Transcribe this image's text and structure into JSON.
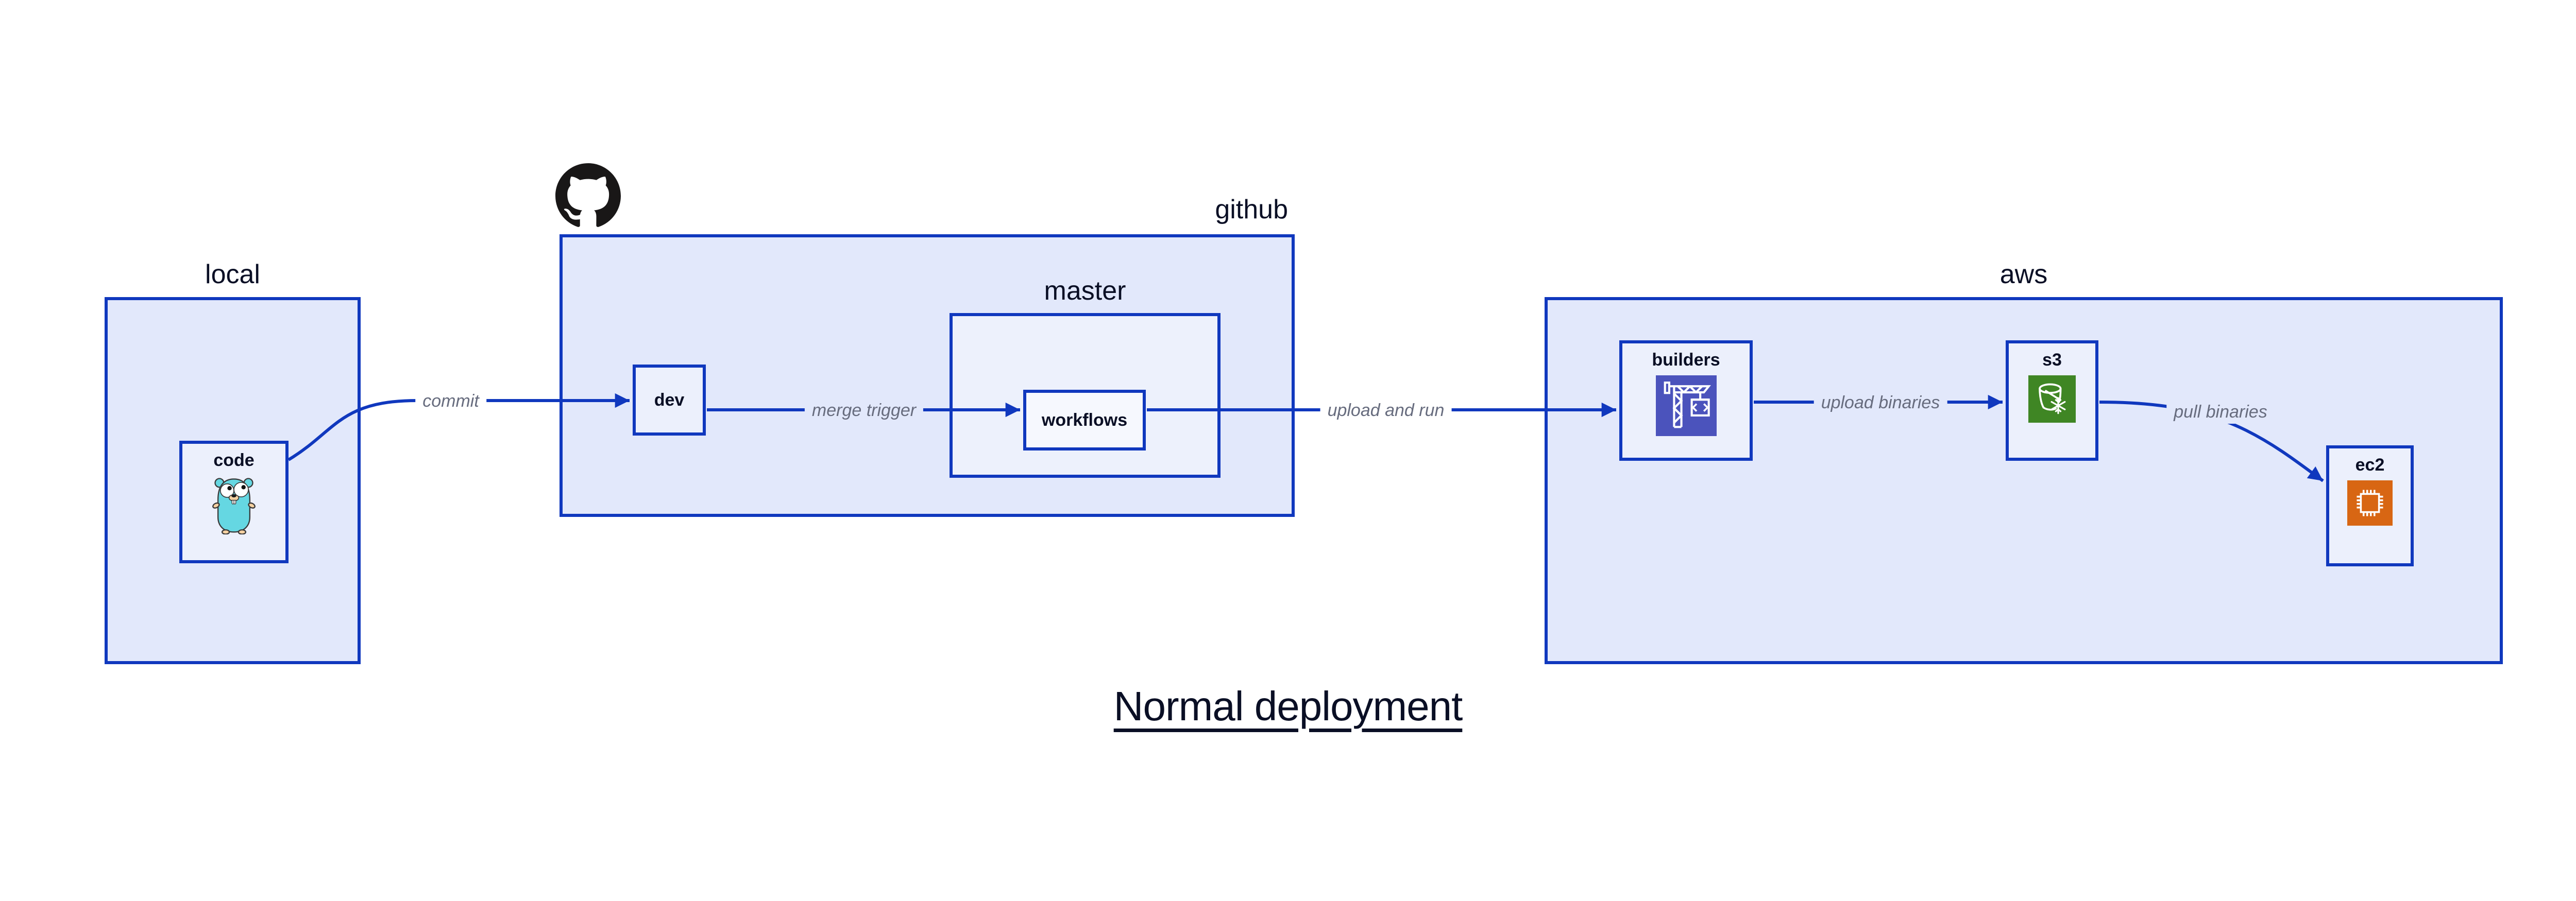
{
  "diagram": {
    "title": "Normal deployment",
    "containers": {
      "local": {
        "label": "local"
      },
      "github": {
        "label": "github",
        "icon": "github-octocat-icon"
      },
      "master": {
        "label": "master"
      },
      "aws": {
        "label": "aws"
      }
    },
    "nodes": {
      "code": {
        "label": "code",
        "icon": "go-gopher-icon"
      },
      "dev": {
        "label": "dev"
      },
      "workflows": {
        "label": "workflows"
      },
      "builders": {
        "label": "builders",
        "icon": "aws-codebuild-crane-icon",
        "icon_color": "#4B53BC"
      },
      "s3": {
        "label": "s3",
        "icon": "aws-s3-glacier-bucket-icon",
        "icon_color": "#3F8624"
      },
      "ec2": {
        "label": "ec2",
        "icon": "aws-ec2-chip-icon",
        "icon_color": "#D86613"
      }
    },
    "edges": [
      {
        "from": "code",
        "to": "dev",
        "label": "commit"
      },
      {
        "from": "dev",
        "to": "workflows",
        "label": "merge trigger"
      },
      {
        "from": "workflows",
        "to": "builders",
        "label": "upload and run"
      },
      {
        "from": "builders",
        "to": "s3",
        "label": "upload binaries"
      },
      {
        "from": "s3",
        "to": "ec2",
        "label": "pull binaries"
      }
    ],
    "colors": {
      "line": "#1038BE",
      "container_fill": "#E2E8FB",
      "node_fill": "#ECF0FC",
      "innermost_node_fill": "#F6F8FE",
      "text": "#0A0F25",
      "edge_label_text": "#676C7E",
      "codebuild_icon_bg": "#4B53BC",
      "s3_glacier_icon_bg": "#3F8624",
      "ec2_icon_bg": "#D86613",
      "octocat": "#191717",
      "gopher_body": "#65D7E2",
      "gopher_skin": "#F6D2A2"
    }
  }
}
